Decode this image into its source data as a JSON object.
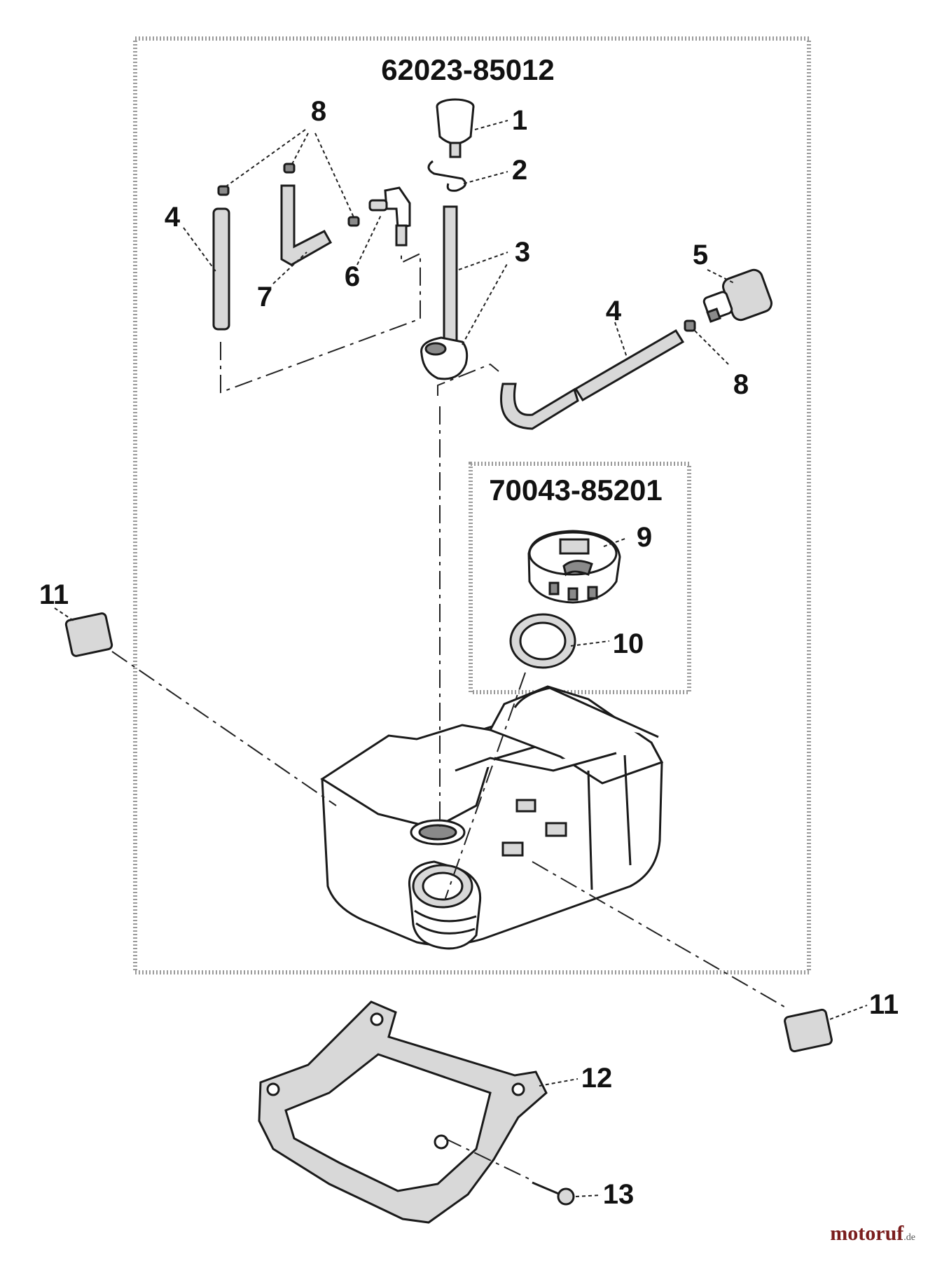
{
  "diagram": {
    "assemblies": [
      {
        "id": "fuel-tank-assembly",
        "number": "62023-85012"
      },
      {
        "id": "cap-assembly",
        "number": "70043-85201"
      }
    ],
    "callouts": [
      "1",
      "2",
      "3",
      "4",
      "4",
      "5",
      "6",
      "7",
      "8",
      "8",
      "9",
      "10",
      "11",
      "11",
      "12",
      "13"
    ]
  },
  "watermark": {
    "brand": "motoruf",
    "suffix": ".de"
  }
}
